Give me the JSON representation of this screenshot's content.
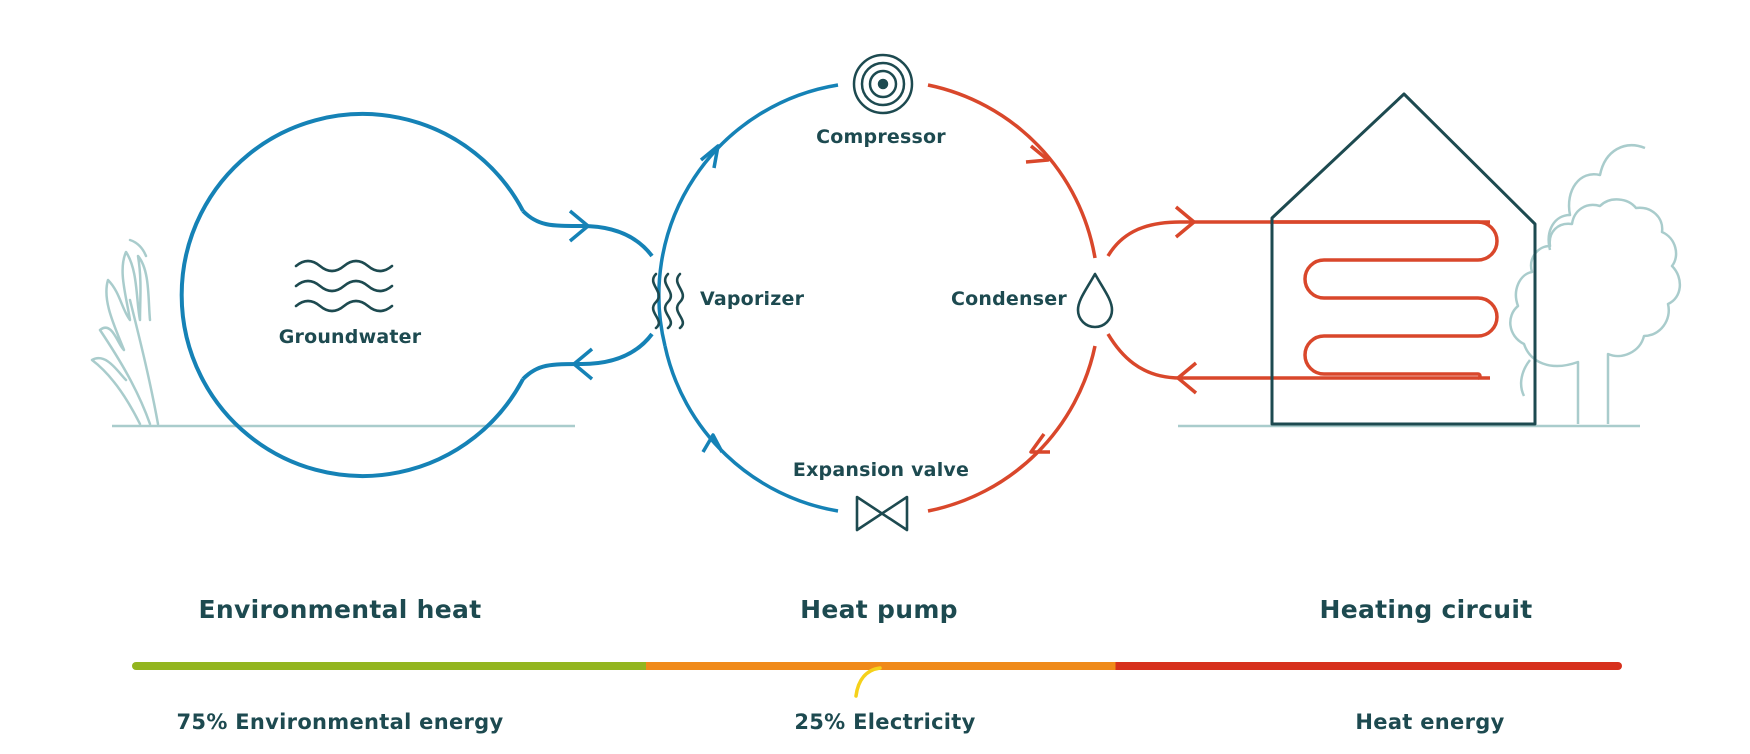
{
  "labels": {
    "groundwater": "Groundwater",
    "compressor": "Compressor",
    "vaporizer": "Vaporizer",
    "condenser": "Condenser",
    "expansion_valve": "Expansion valve"
  },
  "sections": {
    "environmental": "Environmental heat",
    "heat_pump": "Heat pump",
    "heating_circuit": "Heating circuit"
  },
  "energy": {
    "environmental": "75% Environmental energy",
    "electricity": "25% Electricity",
    "heat": "Heat energy"
  },
  "shares": {
    "environmental": 75,
    "electricity": 25
  },
  "colors": {
    "cold": "#1582b6",
    "hot": "#d9472b",
    "dark": "#1d4a50",
    "scenery": "#a9cccc",
    "bar_green": "#93b51f",
    "bar_orange": "#ef8a1a",
    "bar_red": "#d7301c",
    "electric": "#f5d11a"
  },
  "icons": {
    "groundwater": "waves-icon",
    "compressor": "concentric-circles-icon",
    "vaporizer": "heat-waves-icon",
    "condenser": "droplet-icon",
    "expansion_valve": "valve-icon"
  }
}
